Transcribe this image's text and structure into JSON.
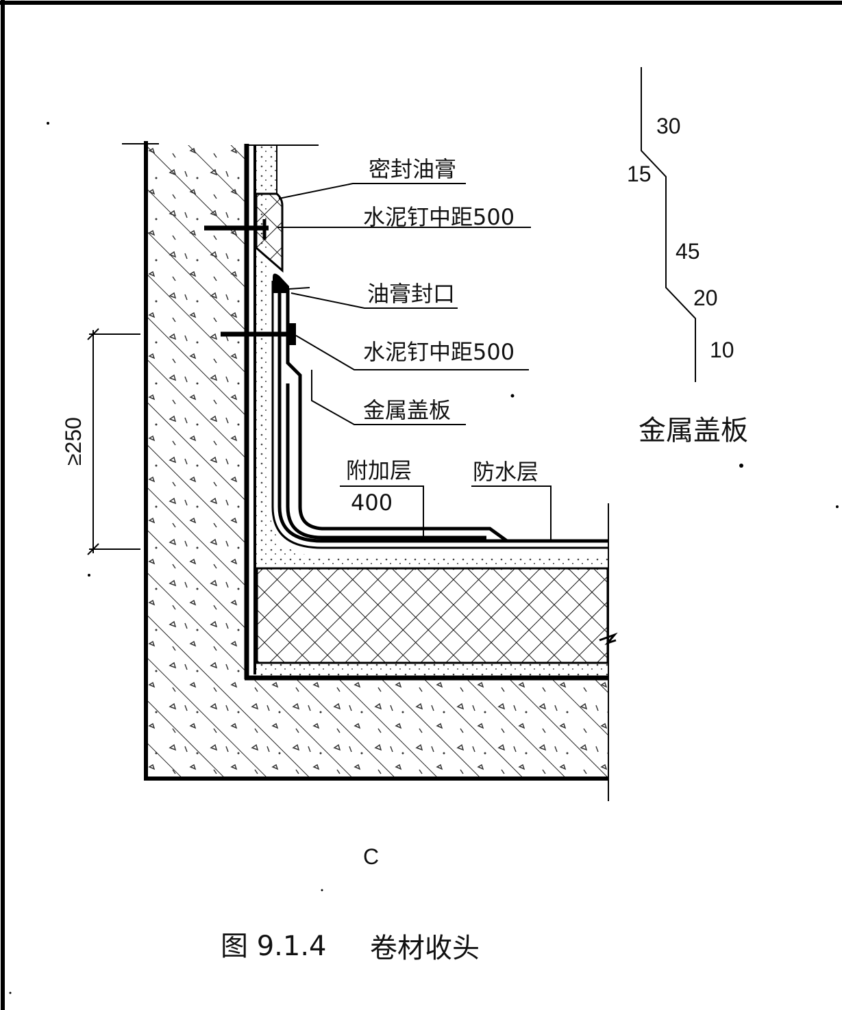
{
  "figure": {
    "caption_number": "图 9.1.4",
    "caption_title": "卷材收头",
    "sub_label": "C"
  },
  "callouts": {
    "sealant": "密封油膏",
    "nail_spacing_1": "水泥钉中距500",
    "sealant_seal": "油膏封口",
    "nail_spacing_2": "水泥钉中距500",
    "metal_cover": "金属盖板",
    "additional_layer": "附加层",
    "additional_layer_width": "400",
    "waterproof_layer": "防水层"
  },
  "dimensions": {
    "min_height": "≥250"
  },
  "cover_profile": {
    "title": "金属盖板",
    "segments": [
      "30",
      "15",
      "45",
      "20",
      "10"
    ]
  }
}
